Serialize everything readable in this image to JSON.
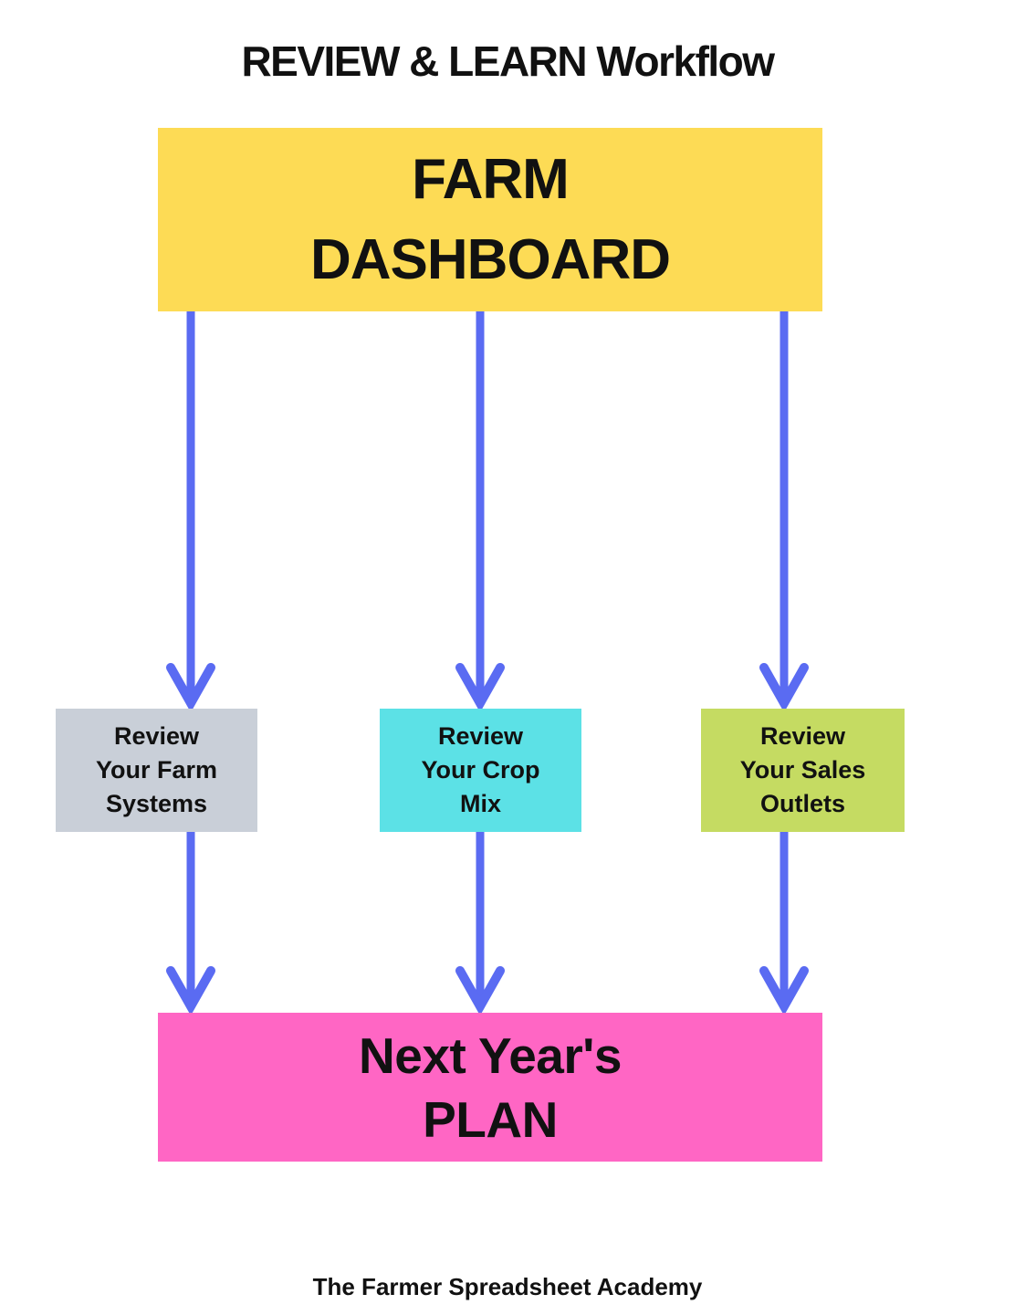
{
  "page": {
    "background_color": "#ffffff",
    "text_color": "#111111",
    "title": "REVIEW & LEARN Workflow",
    "footer": "The Farmer Spreadsheet Academy"
  },
  "flowchart": {
    "arrow_color": "#5a6bf2",
    "top_node": {
      "line1": "FARM",
      "line2": "DASHBOARD",
      "color": "#fddb55"
    },
    "middle_nodes": [
      {
        "line1": "Review",
        "line2": "Your Farm",
        "line3": "Systems",
        "color": "#c9cfd8"
      },
      {
        "line1": "Review",
        "line2": "Your Crop",
        "line3": "Mix",
        "color": "#5ce1e6"
      },
      {
        "line1": "Review",
        "line2": "Your Sales",
        "line3": "Outlets",
        "color": "#c5db62"
      }
    ],
    "bottom_node": {
      "line1": "Next Year's",
      "line2": "PLAN",
      "color": "#ff66c4"
    }
  }
}
